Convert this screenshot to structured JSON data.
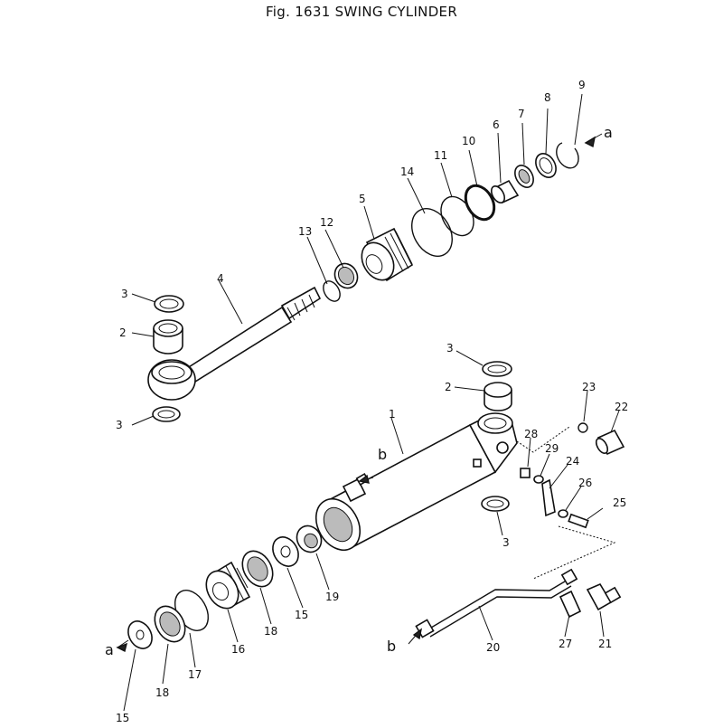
{
  "figure": {
    "title": "Fig. 1631 SWING CYLINDER"
  },
  "callouts": {
    "p1": "1",
    "p2a": "2",
    "p2b": "2",
    "p3a": "3",
    "p3b": "3",
    "p3c": "3",
    "p3d": "3",
    "p4": "4",
    "p5": "5",
    "p6": "6",
    "p7": "7",
    "p8": "8",
    "p9": "9",
    "p10": "10",
    "p11": "11",
    "p12": "12",
    "p13": "13",
    "p14": "14",
    "p15a": "15",
    "p15b": "15",
    "p16": "16",
    "p17": "17",
    "p18a": "18",
    "p18b": "18",
    "p19": "19",
    "p20": "20",
    "p21": "21",
    "p22": "22",
    "p23": "23",
    "p24": "24",
    "p25": "25",
    "p26": "26",
    "p27": "27",
    "p28": "28",
    "p29": "29"
  },
  "refs": {
    "a_top": "a",
    "a_bottom": "a",
    "b_top": "b",
    "b_bottom": "b"
  }
}
